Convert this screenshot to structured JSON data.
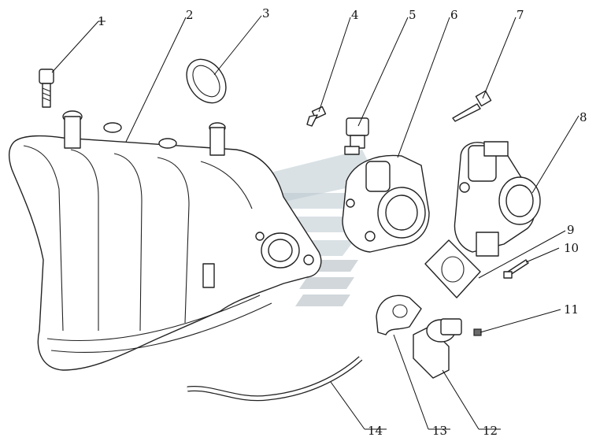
{
  "callouts": [
    "1",
    "2",
    "3",
    "4",
    "5",
    "6",
    "7",
    "8",
    "9",
    "10",
    "11",
    "12",
    "13",
    "14"
  ],
  "colors": {
    "line": "#222222",
    "background": "#ffffff",
    "watermark": "#b9c9cf"
  }
}
